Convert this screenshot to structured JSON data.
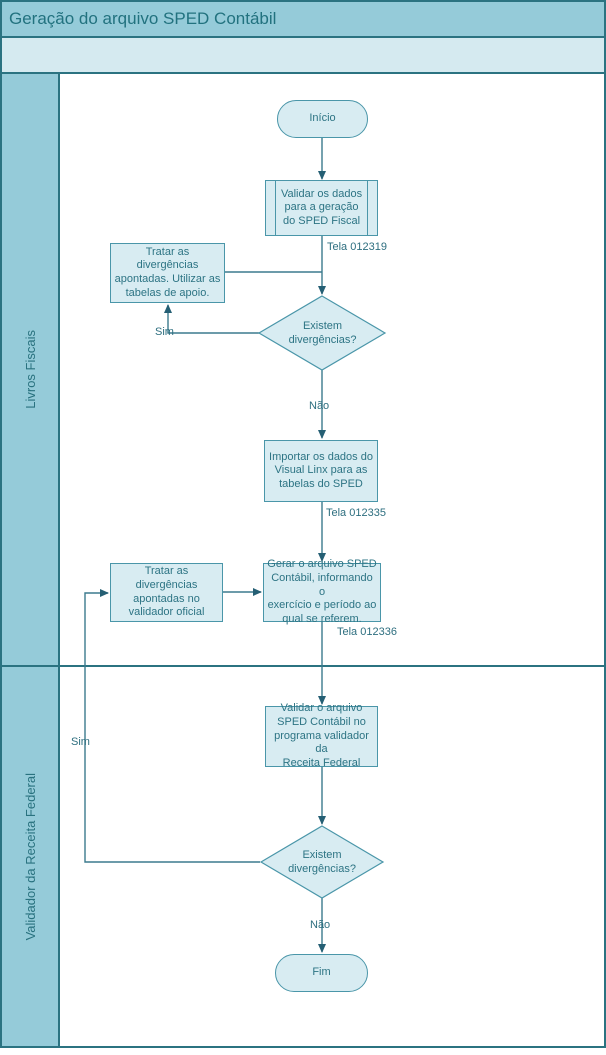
{
  "title": "Geração do arquivo SPED Contábil",
  "lanes": [
    {
      "label": "Livros Fiscais"
    },
    {
      "label": "Validador da Receita Federal"
    }
  ],
  "nodes": {
    "start": {
      "text": "Início"
    },
    "validate_data": {
      "lines": [
        "Validar os dados",
        "para a geração",
        "do SPED Fiscal"
      ]
    },
    "handle_divergences_support": {
      "lines": [
        "Tratar as divergências",
        "apontadas. Utilizar as",
        "tabelas de apoio."
      ]
    },
    "decision1": {
      "lines": [
        "Existem",
        "divergências?"
      ]
    },
    "import_data": {
      "lines": [
        "Importar os dados do",
        "Visual Linx para as",
        "tabelas do SPED"
      ]
    },
    "handle_divergences_validator": {
      "lines": [
        "Tratar as divergências",
        "apontadas no",
        "validador oficial"
      ]
    },
    "generate_file": {
      "lines": [
        "Gerar o arquivo SPED",
        "Contábil, informando o",
        "exercício e período ao",
        "qual se referem."
      ]
    },
    "validate_file": {
      "lines": [
        "Validar o arquivo",
        "SPED Contábil no",
        "programa validador da",
        "Receita Federal"
      ]
    },
    "decision2": {
      "lines": [
        "Existem",
        "divergências?"
      ]
    },
    "end": {
      "text": "Fim"
    }
  },
  "labels": {
    "screen_ref_1": "Tela 012319",
    "screen_ref_2": "Tela 012335",
    "screen_ref_3": "Tela 012336",
    "yes_1": "Sim",
    "no_1": "Não",
    "yes_2": "Sim",
    "no_2": "Não"
  },
  "colors": {
    "header_fill": "#95cbd9",
    "phase_fill": "#d5eaf0",
    "lane_label_fill": "#95cbd9",
    "frame_border": "#2b7381",
    "shape_fill": "#d8ecf2",
    "shape_border": "#4a96a9",
    "connector": "#3c7a8d",
    "text": "#2d7484"
  }
}
